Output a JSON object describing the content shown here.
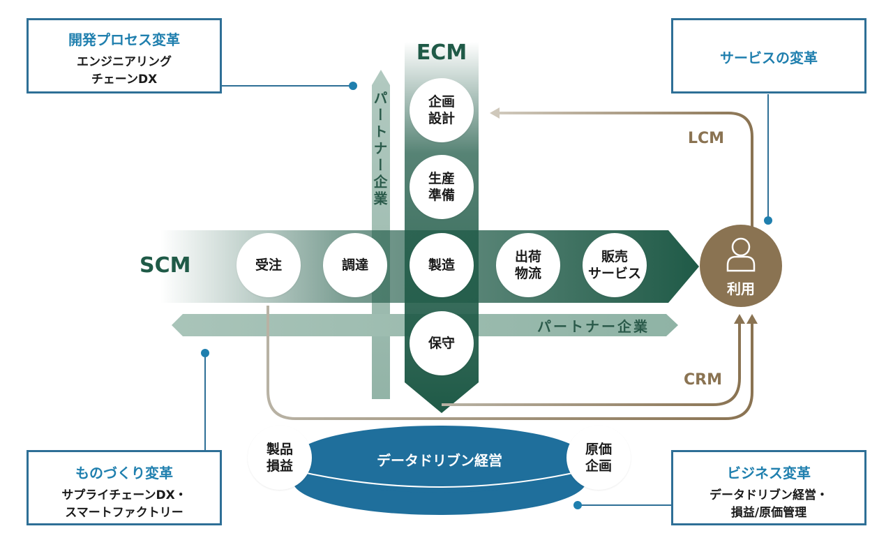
{
  "boxes": {
    "dev": {
      "title": "開発プロセス変革",
      "line1": "エンジニアリング",
      "line2": "チェーンDX"
    },
    "service": {
      "title": "サービスの変革"
    },
    "mono": {
      "title": "ものづくり変革",
      "line1": "サプライチェーンDX・",
      "line2": "スマートファクトリー"
    },
    "biz": {
      "title": "ビジネス変革",
      "line1": "データドリブン経営・",
      "line2": "損益/原価管理"
    }
  },
  "labels": {
    "ecm": "ECM",
    "scm": "SCM",
    "lcm": "LCM",
    "crm": "CRM",
    "partner_vertical": "パートナー企業",
    "partner_horizontal": "パートナー企業",
    "user": "利用",
    "data_driven": "データドリブン経営"
  },
  "nodes": {
    "planning_design": [
      "企画",
      "設計"
    ],
    "production_prep": [
      "生産",
      "準備"
    ],
    "order": [
      "受注"
    ],
    "procurement": [
      "調達"
    ],
    "manufacturing": [
      "製造"
    ],
    "shipping_logistics": [
      "出荷",
      "物流"
    ],
    "sales_service": [
      "販売",
      "サービス"
    ],
    "maintenance": [
      "保守"
    ],
    "product_pl": [
      "製品",
      "損益"
    ],
    "cost_planning": [
      "原価",
      "企画"
    ]
  },
  "colors": {
    "green_dark": "#1f5a47",
    "green_light": "#8fb3a5",
    "brown": "#8a7352",
    "blue_box": "#2e6f96",
    "blue_title": "#1f7fae",
    "blue_ellipse": "#1f6f9c"
  }
}
